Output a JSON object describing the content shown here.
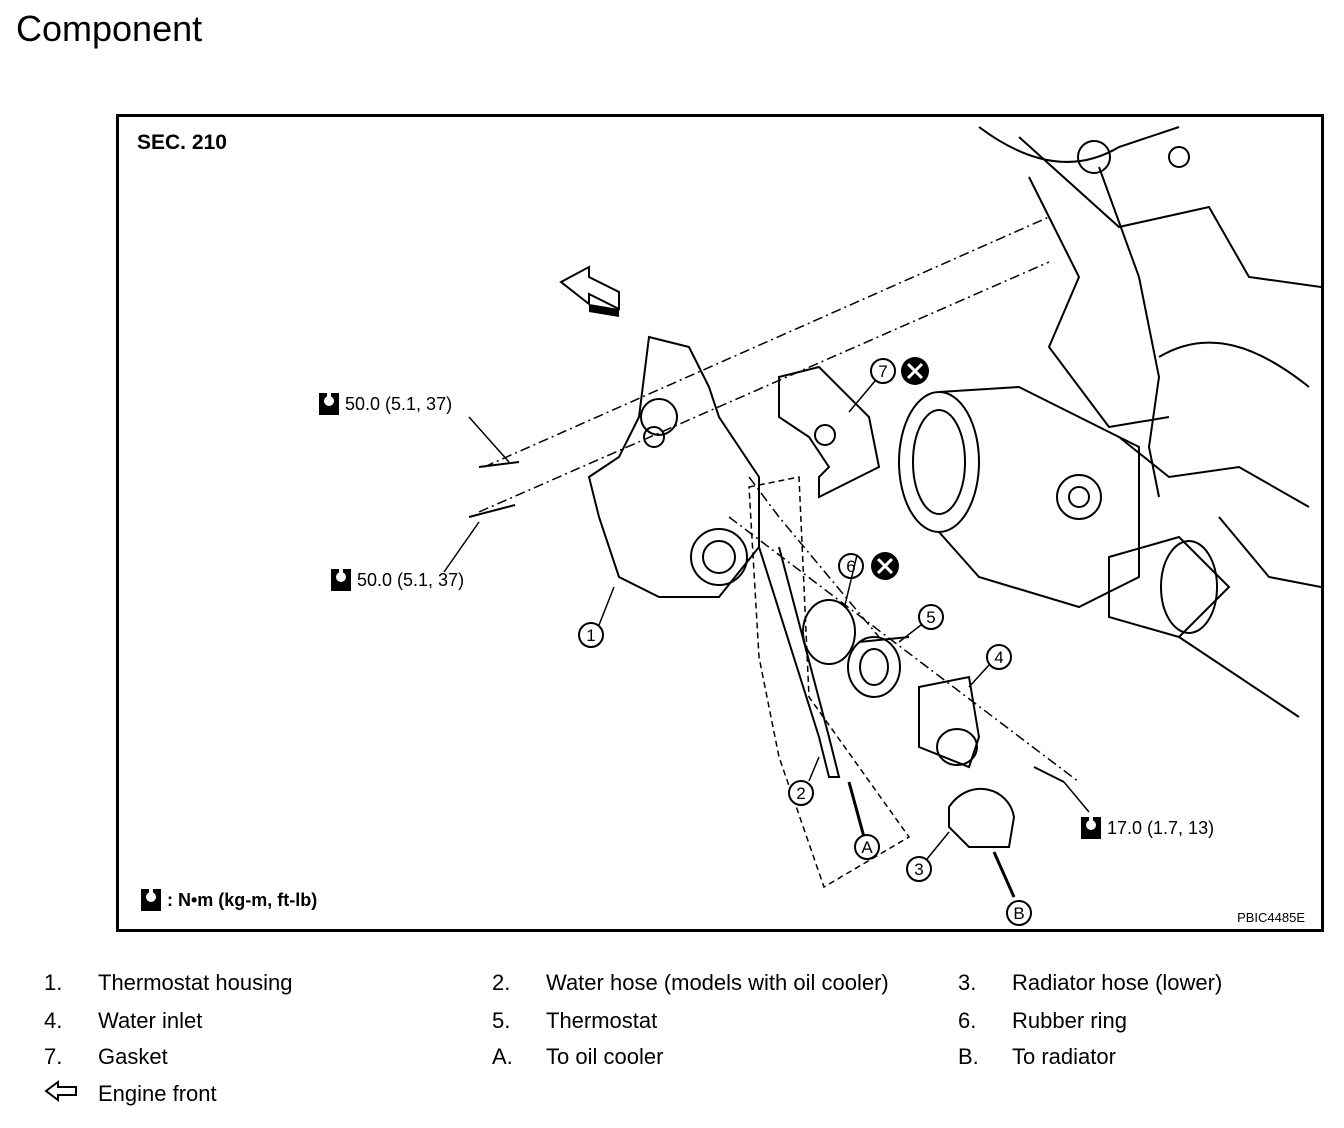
{
  "title": "Component",
  "figure": {
    "section": "SEC. 210",
    "code": "PBIC4485E",
    "torques": [
      {
        "value": "50.0 (5.1, 37)"
      },
      {
        "value": "50.0 (5.1, 37)"
      },
      {
        "value": "17.0 (1.7, 13)"
      }
    ],
    "unit_label": ": N•m (kg-m, ft-lb)",
    "callouts": [
      "1",
      "2",
      "3",
      "4",
      "5",
      "6",
      "7",
      "A",
      "B"
    ]
  },
  "legend": [
    {
      "num": "1.",
      "text": "Thermostat housing"
    },
    {
      "num": "2.",
      "text": "Water hose (models with oil cooler)"
    },
    {
      "num": "3.",
      "text": "Radiator hose (lower)"
    },
    {
      "num": "4.",
      "text": "Water inlet"
    },
    {
      "num": "5.",
      "text": "Thermostat"
    },
    {
      "num": "6.",
      "text": "Rubber ring"
    },
    {
      "num": "7.",
      "text": "Gasket"
    },
    {
      "num": "A.",
      "text": "To oil cooler"
    },
    {
      "num": "B.",
      "text": "To radiator"
    }
  ],
  "engine_front": "Engine front"
}
